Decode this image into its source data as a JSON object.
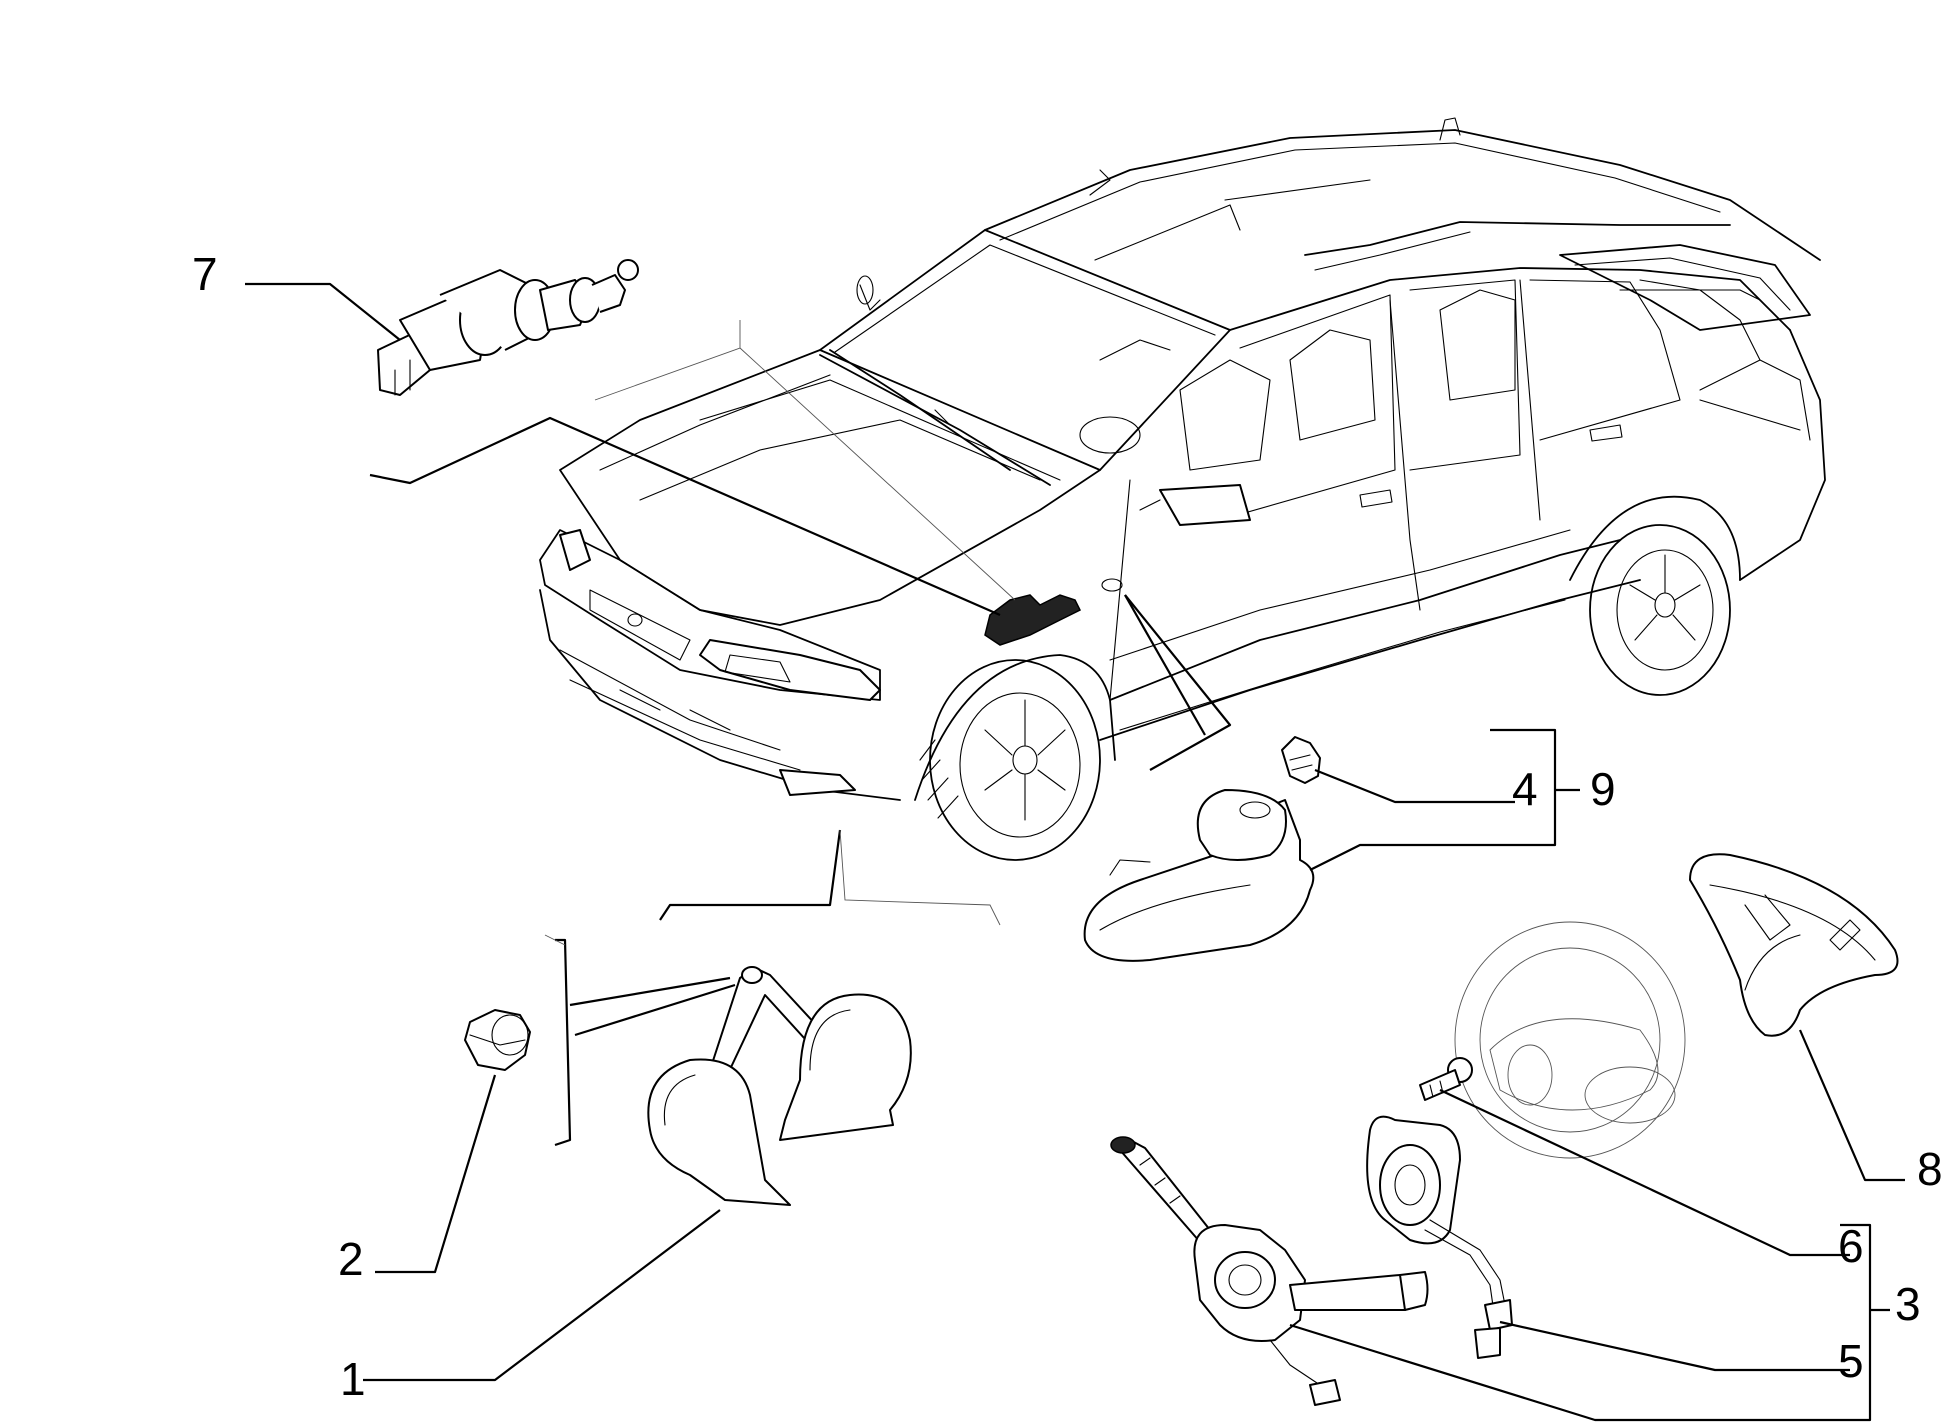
{
  "callouts": [
    {
      "id": "callout-1",
      "label": "1"
    },
    {
      "id": "callout-2",
      "label": "2"
    },
    {
      "id": "callout-3",
      "label": "3"
    },
    {
      "id": "callout-4",
      "label": "4"
    },
    {
      "id": "callout-5",
      "label": "5"
    },
    {
      "id": "callout-6",
      "label": "6"
    },
    {
      "id": "callout-7",
      "label": "7"
    },
    {
      "id": "callout-8",
      "label": "8"
    },
    {
      "id": "callout-9",
      "label": "9"
    }
  ],
  "icons": {
    "car": "station-wagon-car-illustration",
    "horns": "horn-pair-icon",
    "nut": "nut-icon",
    "switch_7": "brake-light-switch-icon",
    "bulb": "side-indicator-bulb-icon",
    "side_light": "side-indicator-lamp-icon",
    "steering_wheel": "steering-wheel-icon",
    "airbag_cover": "airbag-cover-icon",
    "screw": "screw-icon",
    "clock_spring": "clock-spring-icon",
    "column_switch": "steering-column-switch-icon"
  }
}
